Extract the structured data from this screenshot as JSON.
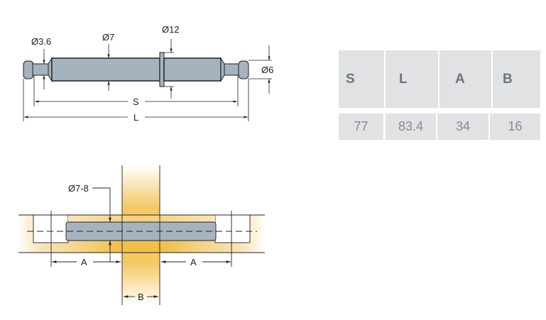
{
  "dowel_drawing": {
    "labels": {
      "d_neck": "Ø3.6",
      "d_shaft": "Ø7",
      "d_flange": "Ø12",
      "d_head": "Ø6",
      "span_s": "S",
      "span_l": "L"
    }
  },
  "installation_drawing": {
    "labels": {
      "bore": "Ø7-8",
      "a_left": "A",
      "a_right": "A",
      "b": "B"
    }
  },
  "dimension_table": {
    "headers": [
      "S",
      "L",
      "A",
      "B"
    ],
    "values": [
      "77",
      "83.4",
      "34",
      "16"
    ]
  },
  "colors": {
    "rod": "#a6b3be",
    "wood": "#f2c04a",
    "table_cell": "#e1e2e4"
  }
}
